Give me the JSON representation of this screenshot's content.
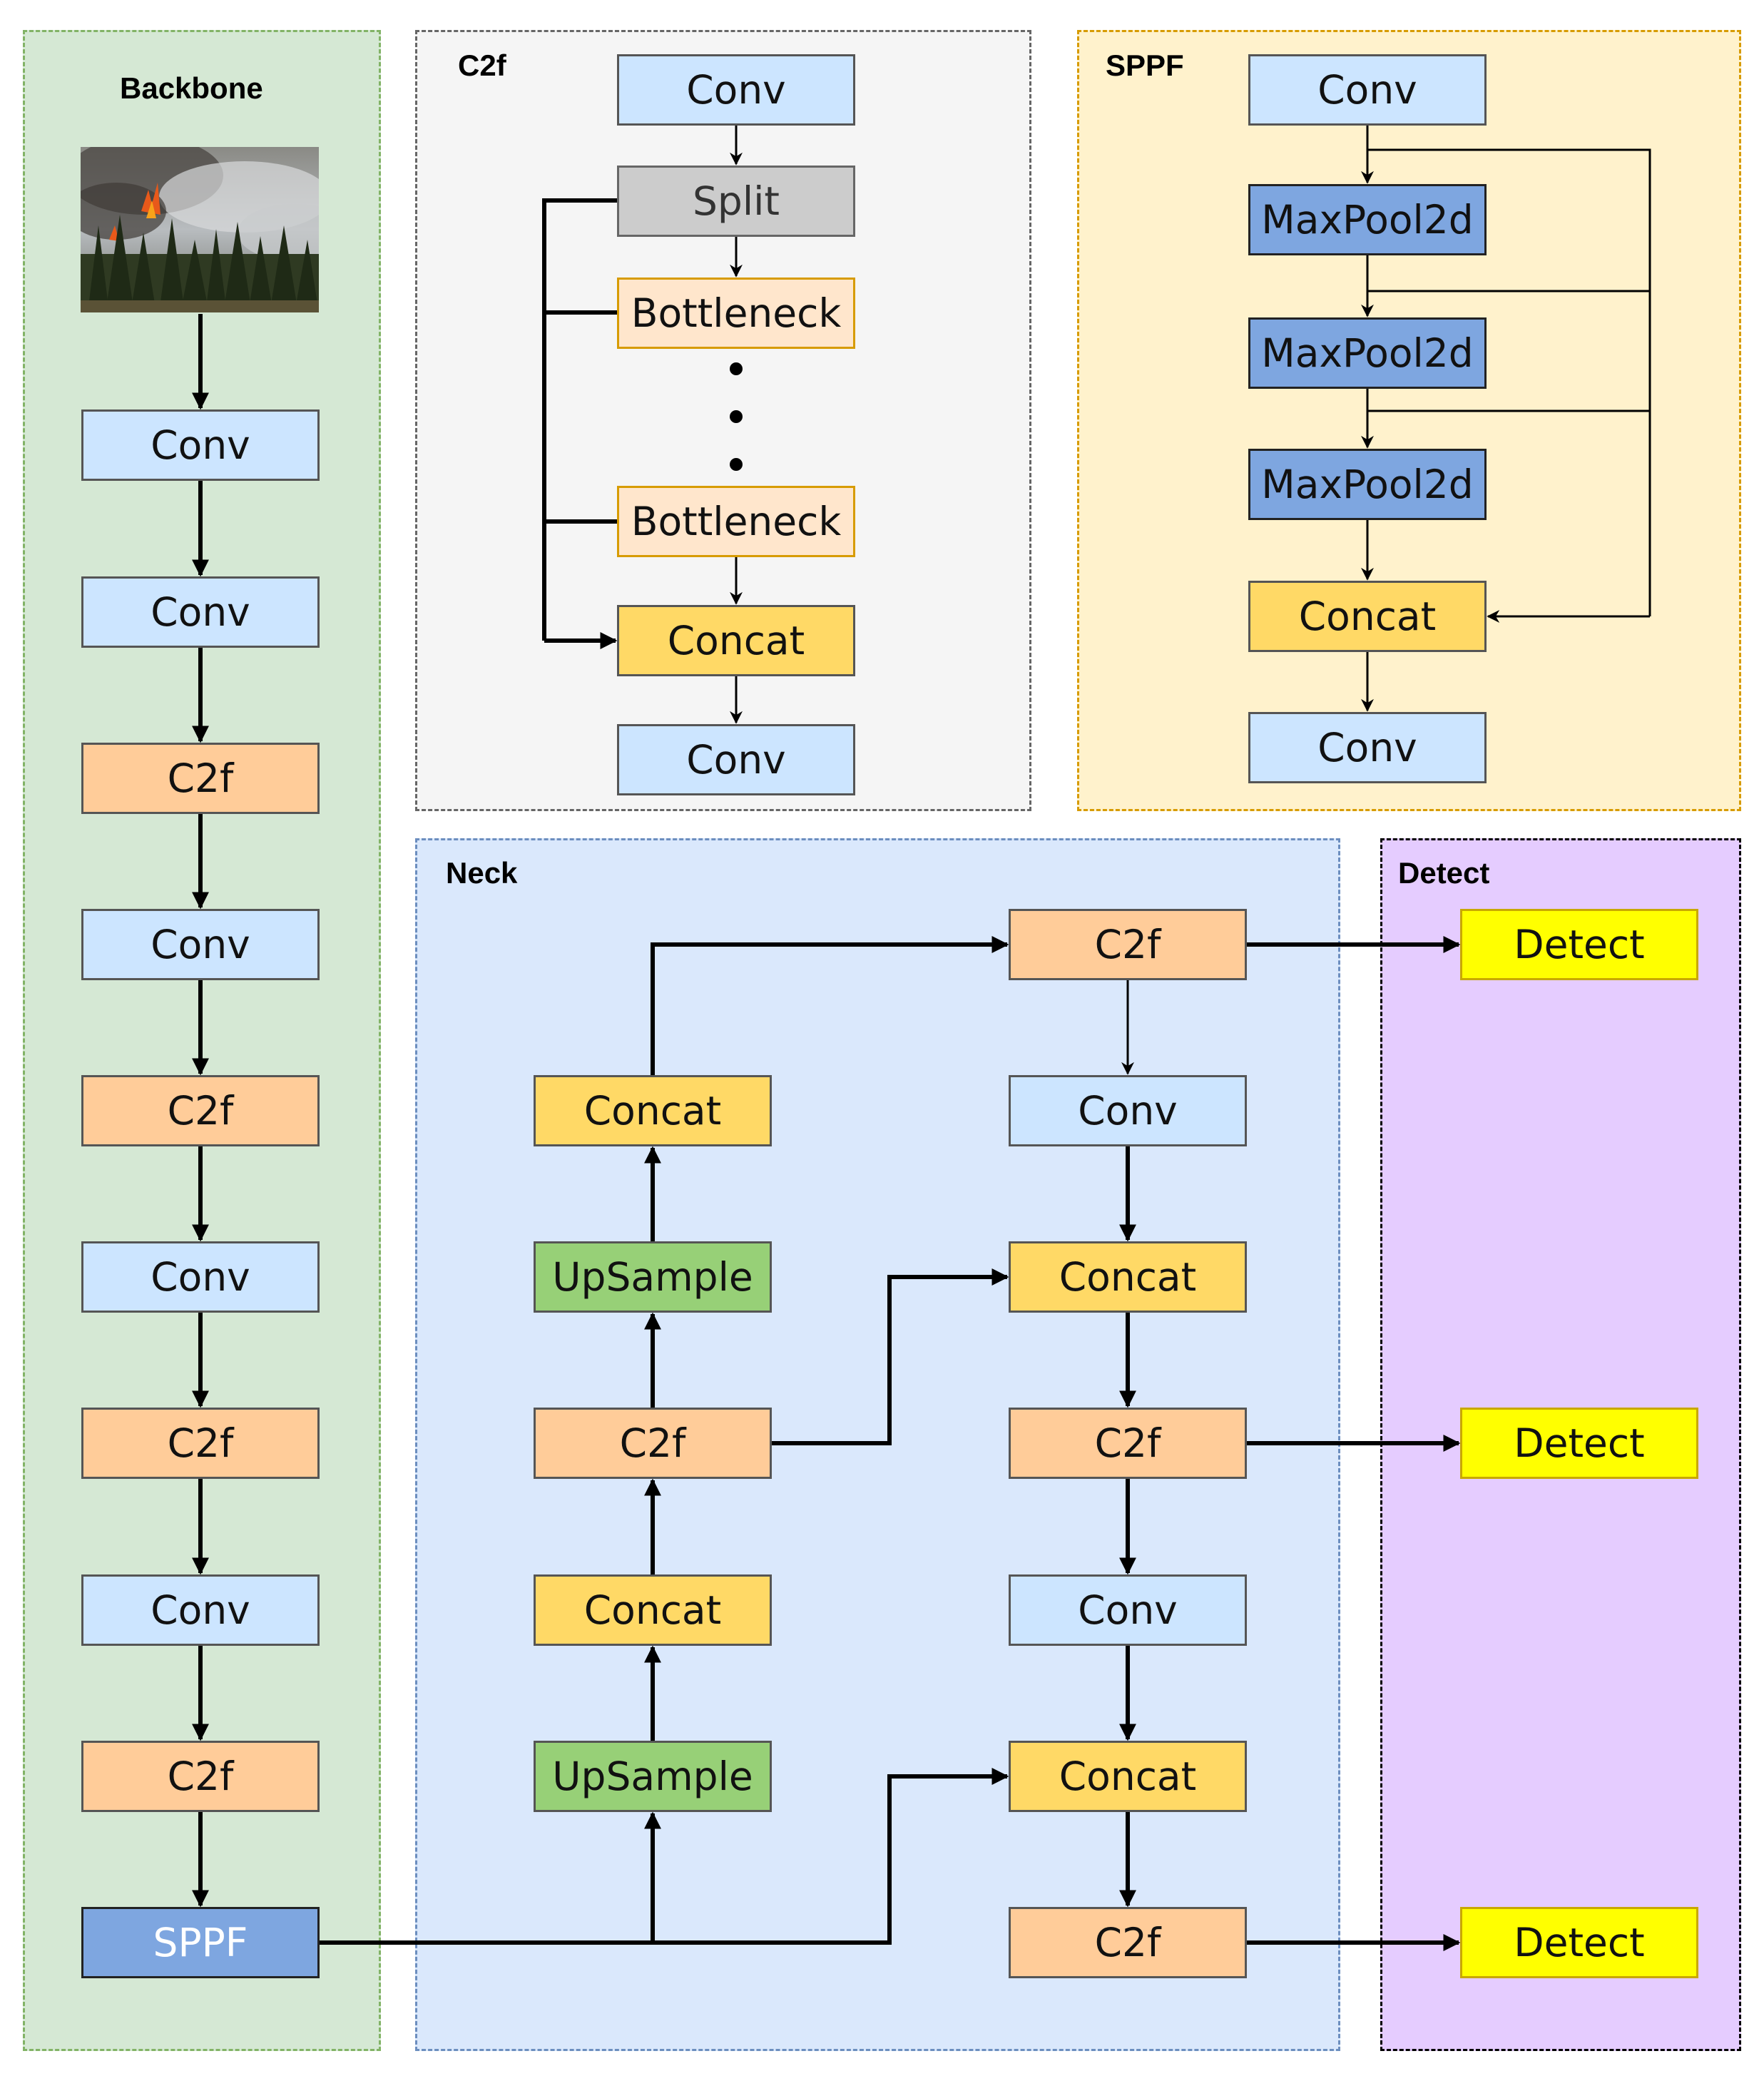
{
  "panels": {
    "backbone": {
      "title": "Backbone"
    },
    "c2f": {
      "title": "C2f"
    },
    "sppf": {
      "title": "SPPF"
    },
    "neck": {
      "title": "Neck"
    },
    "detect": {
      "title": "Detect"
    }
  },
  "colors": {
    "conv": "#cce5ff",
    "c2f": "#ffcc99",
    "concat": "#ffd966",
    "upsample": "#97d077",
    "maxpool": "#7ea6e0",
    "split": "#cccccc",
    "bottleneck": "#ffe6cc",
    "detect": "#ffff00",
    "sppf": "#7ea6e0"
  },
  "backbone": {
    "b1": "Conv",
    "b2": "Conv",
    "b3": "C2f",
    "b4": "Conv",
    "b5": "C2f",
    "b6": "Conv",
    "b7": "C2f",
    "b8": "Conv",
    "b9": "C2f",
    "b10": "SPPF"
  },
  "c2f": {
    "conv_in": "Conv",
    "split": "Split",
    "bottleneck_1": "Bottleneck",
    "bottleneck_n": "Bottleneck",
    "concat": "Concat",
    "conv_out": "Conv"
  },
  "sppf": {
    "conv_in": "Conv",
    "maxpool_1": "MaxPool2d",
    "maxpool_2": "MaxPool2d",
    "maxpool_3": "MaxPool2d",
    "concat": "Concat",
    "conv_out": "Conv"
  },
  "neck": {
    "l_concat_top": "Concat",
    "l_upsample_1": "UpSample",
    "l_c2f": "C2f",
    "l_concat_mid": "Concat",
    "l_upsample_2": "UpSample",
    "r_c2f_1": "C2f",
    "r_conv_1": "Conv",
    "r_concat_1": "Concat",
    "r_c2f_2": "C2f",
    "r_conv_2": "Conv",
    "r_concat_2": "Concat",
    "r_c2f_3": "C2f"
  },
  "detect": {
    "d1": "Detect",
    "d2": "Detect",
    "d3": "Detect"
  }
}
